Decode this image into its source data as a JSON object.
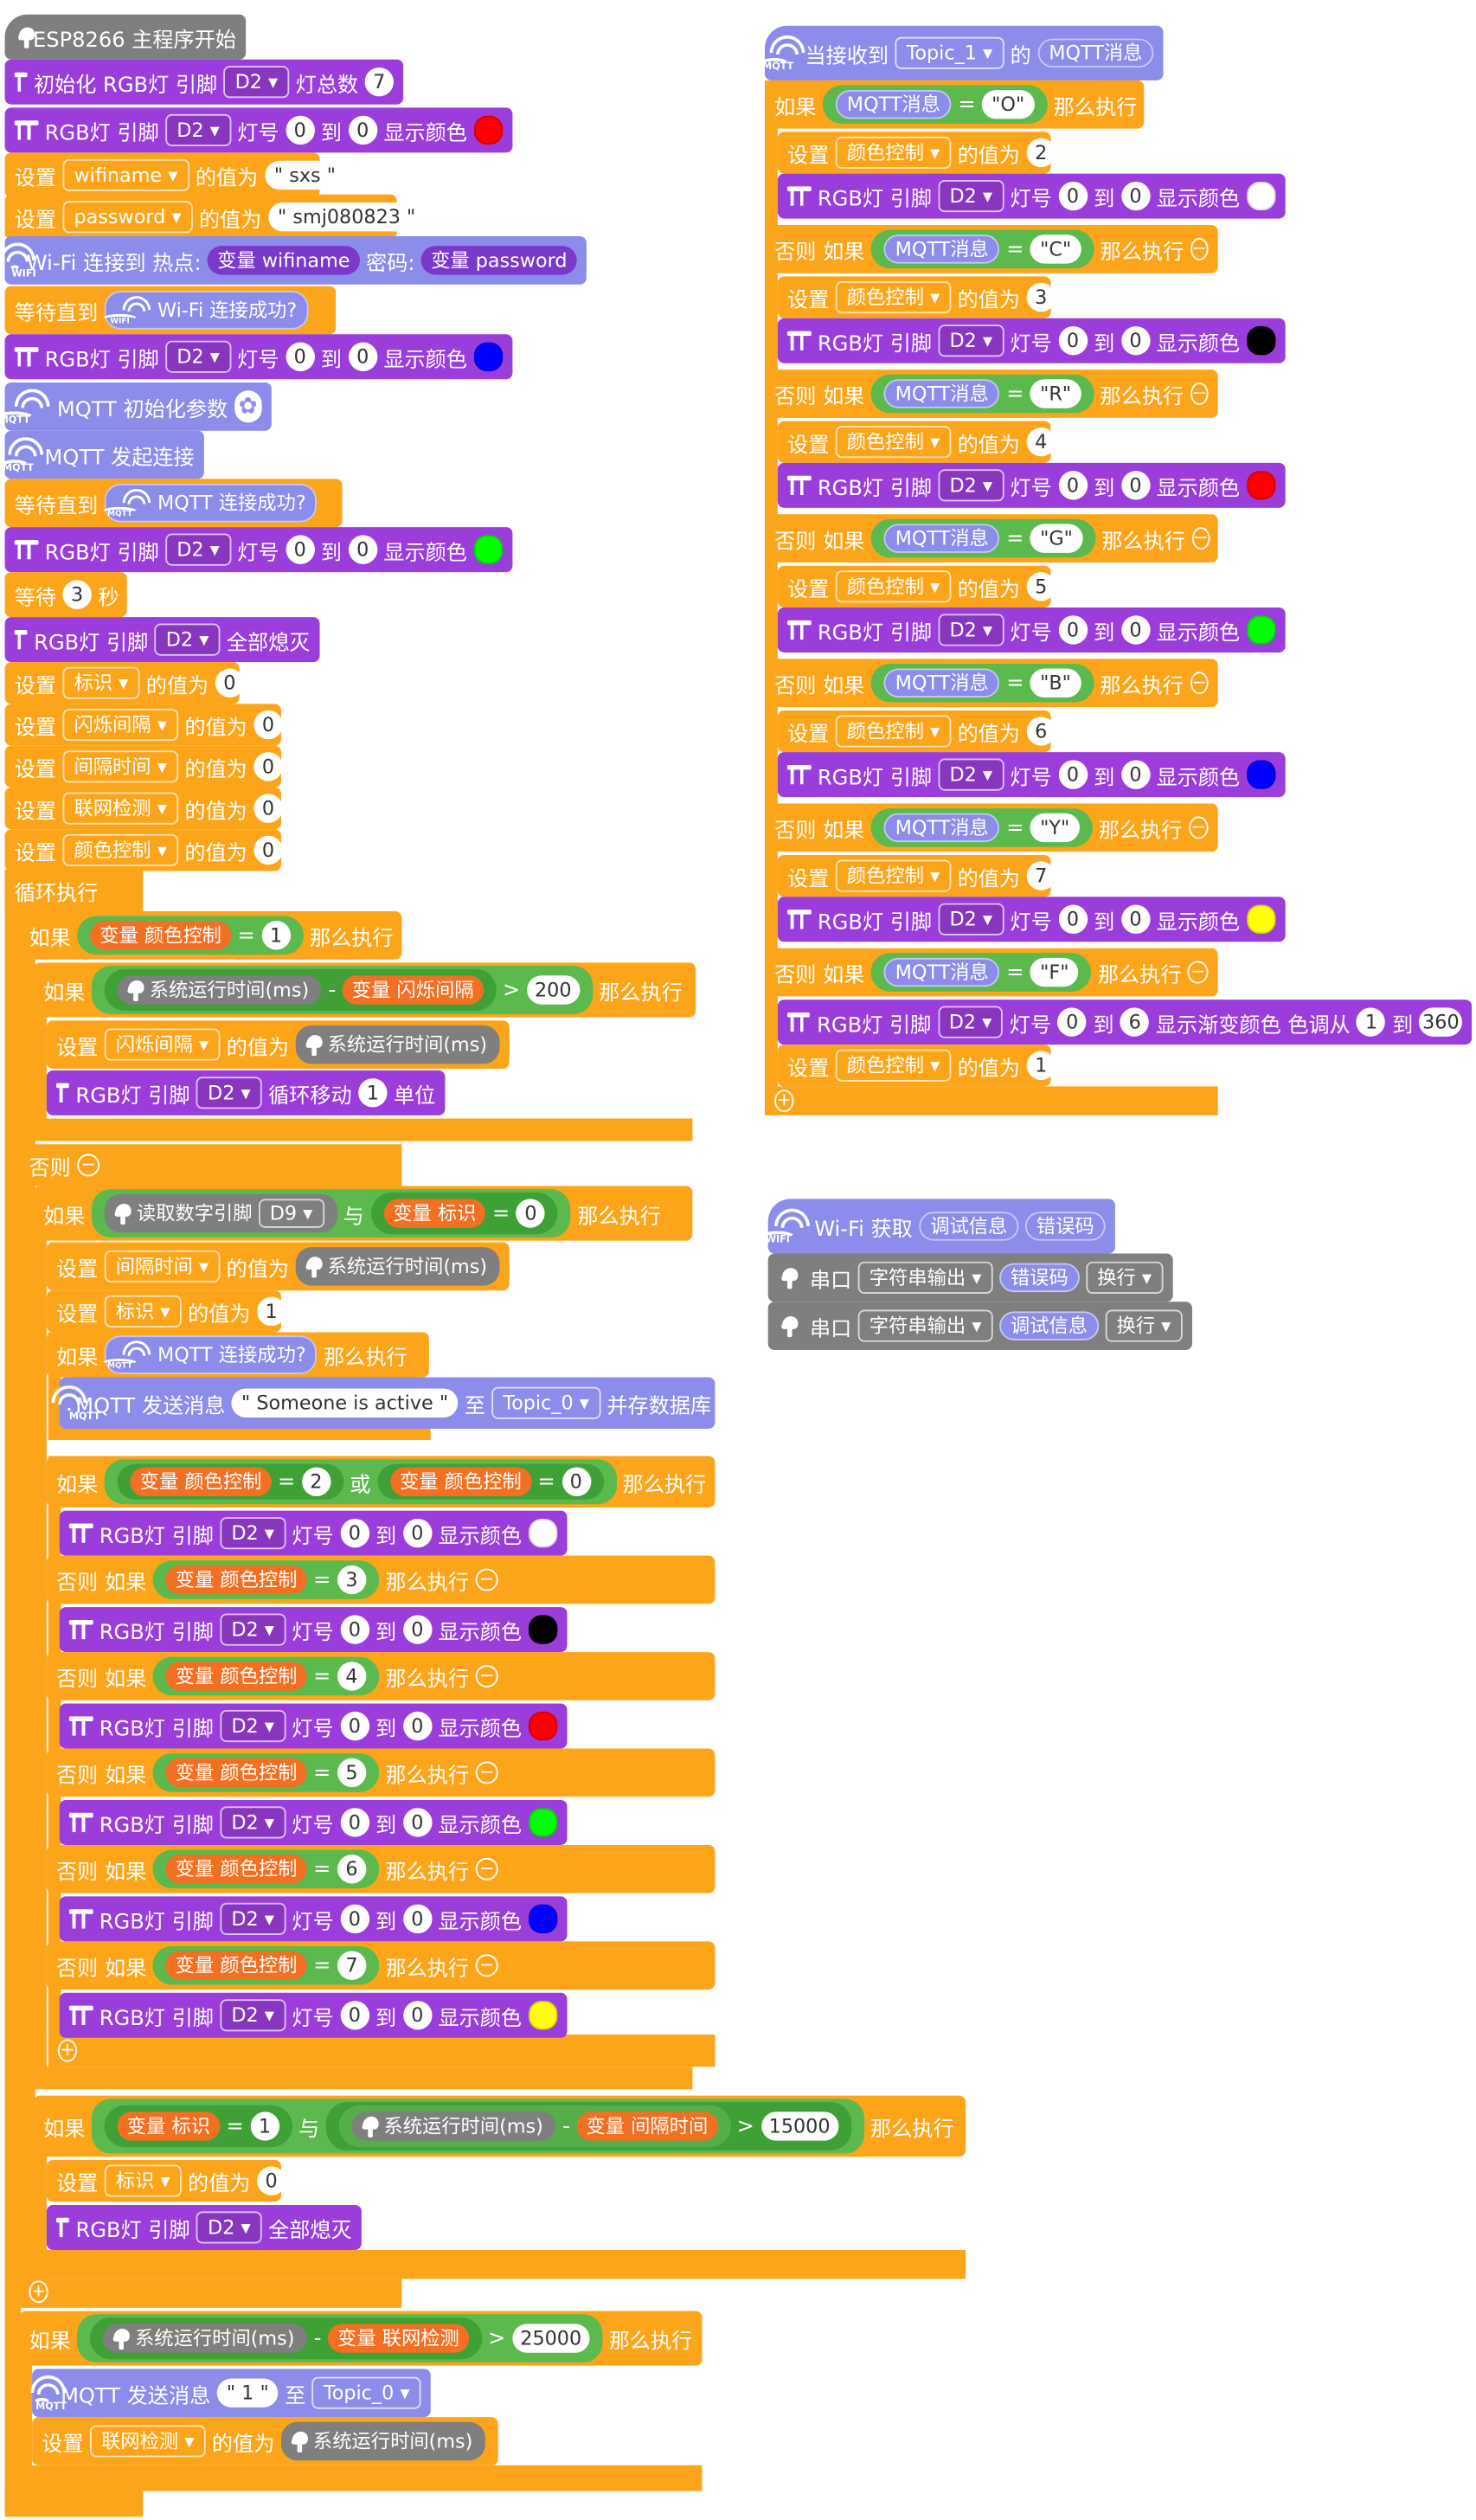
{
  "colors": {
    "orange": "#FDA51A",
    "purple": "#9B3DDB",
    "gray": "#7F7F7F",
    "mqtt_blue": "#8C8CEB",
    "green": "#5BB94E",
    "var_orange": "#F36F21",
    "white": "#FFFFFF",
    "black": "#000000",
    "red": "#FF0000",
    "lime": "#00FF00",
    "blue": "#0000FF",
    "yellow": "#FFFF00"
  },
  "t": {
    "start": "ESP8266 主程序开始",
    "init_rgb": "初始化 RGB灯 引脚",
    "pin_d2": "D2",
    "pin_d9": "D9",
    "led_total": "灯总数",
    "seven": "7",
    "rgb_pin": "RGB灯 引脚",
    "lamp_no": "灯号",
    "to": "到",
    "show_color": "显示颜色",
    "set": "设置",
    "value_of": "的值为",
    "wifiname": "wifiname",
    "sxs": "sxs",
    "password": "password",
    "pwd_val": "smj080823",
    "wifi_connect": "Wi-Fi 连接到 热点:",
    "var_wifiname": "变量 wifiname",
    "pwd_label": "密码:",
    "var_password": "变量 password",
    "wait_until": "等待直到",
    "wifi_ok": "Wi-Fi 连接成功?",
    "mqtt_init": "MQTT 初始化参数",
    "mqtt_connect": "MQTT 发起连接",
    "mqtt_ok": "MQTT 连接成功?",
    "wait": "等待",
    "sec": "秒",
    "all_off": "全部熄灭",
    "flag": "标识",
    "blink": "闪烁间隔",
    "interval": "间隔时间",
    "net_check": "联网检测",
    "color_ctrl": "颜色控制",
    "loop": "循环执行",
    "if": "如果",
    "then": "那么执行",
    "else": "否则",
    "elseif": "否则 如果",
    "var_color": "变量 颜色控制",
    "var_blink": "变量 闪烁间隔",
    "var_flag": "变量 标识",
    "var_interval": "变量 间隔时间",
    "var_net": "变量 联网检测",
    "sys_time": "系统运行时间(ms)",
    "minus": "-",
    "gt": ">",
    "eq": "=",
    "and": "与",
    "or": "或",
    "read_pin": "读取数字引脚",
    "loop_move": "循环移动",
    "unit": "单位",
    "mqtt_send": "MQTT 发送消息",
    "someone": "Someone is active",
    "topic0": "Topic_0",
    "save_db": "并存数据库",
    "at": "至",
    "n0": "0",
    "n1": "1",
    "n2": "2",
    "n3": "3",
    "n4": "4",
    "n5": "5",
    "n6": "6",
    "n200": "200",
    "n15000": "15000",
    "n25000": "25000",
    "n360": "360",
    "on_recv": "当接收到",
    "topic1": "Topic_1",
    "of": "的",
    "mqtt_msg": "MQTT消息",
    "O": "O",
    "C": "C",
    "R": "R",
    "G": "G",
    "B": "B",
    "Y": "Y",
    "F": "F",
    "gradient": "显示渐变颜色 色调从",
    "wifi_get": "Wi-Fi 获取",
    "debug_info": "调试信息",
    "err_code": "错误码",
    "serial": "串口",
    "str_out": "字符串输出",
    "newline": "换行",
    "wifi_tag": "WIFI",
    "mqtt_tag": "MQTT",
    "gear": "✿"
  }
}
